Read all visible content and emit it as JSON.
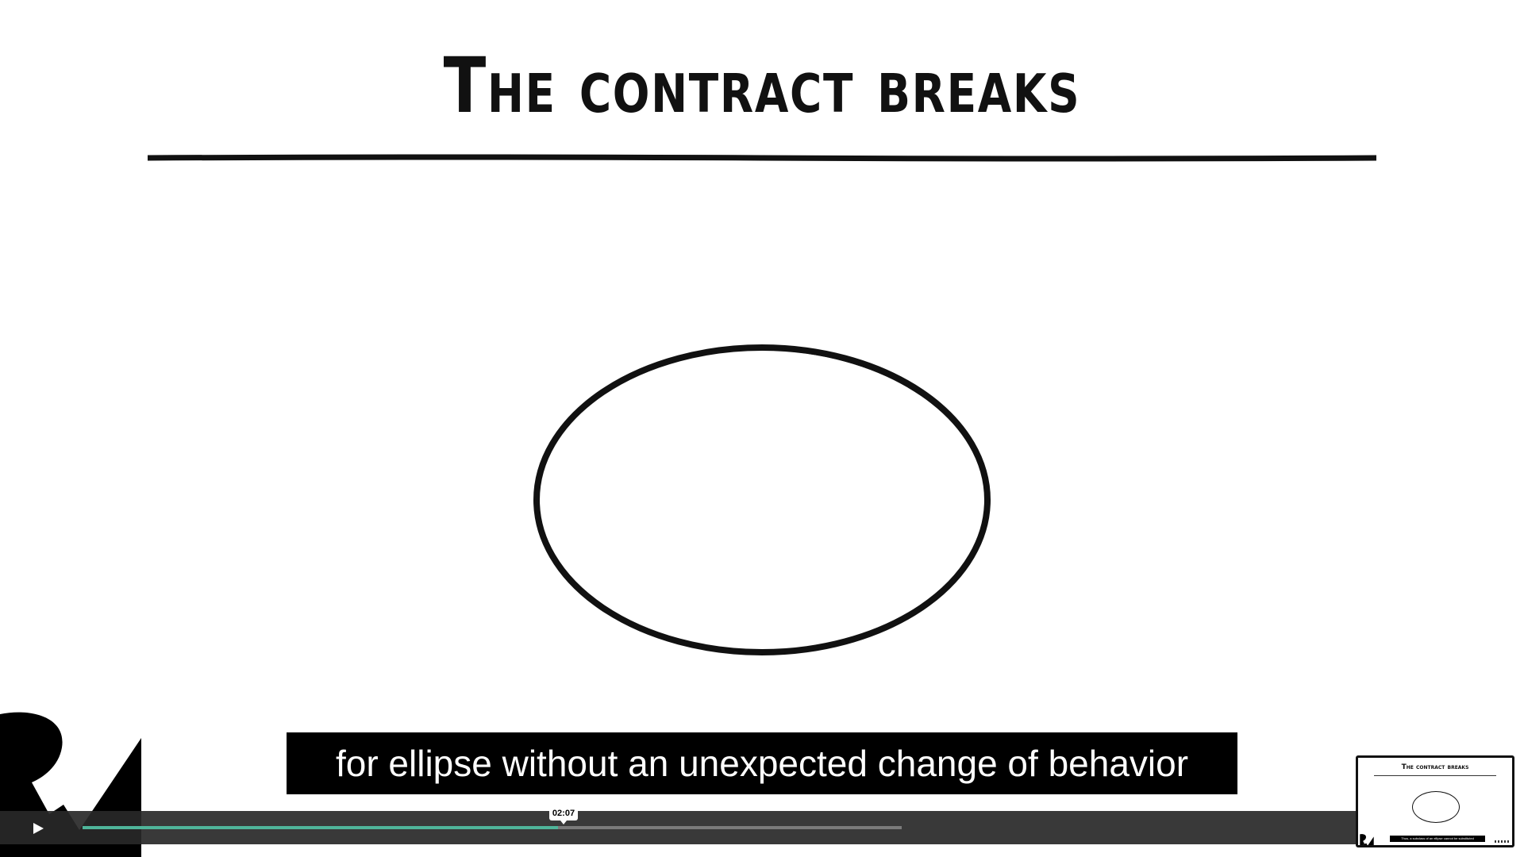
{
  "slide": {
    "title": "The contract breaks"
  },
  "subtitle": {
    "text": "for ellipse without an unexpected change of behavior"
  },
  "player": {
    "current_time_tooltip": "02:07",
    "progress_fraction": 0.58,
    "buffered_fraction": 0.97,
    "accent_color": "#4fb59a",
    "play_icon": "play-icon"
  },
  "preview": {
    "title": "The contract breaks",
    "caption": "Thus, a subclass of an ellipse cannot be substituted"
  },
  "logo": {
    "name": "rw-logo"
  }
}
